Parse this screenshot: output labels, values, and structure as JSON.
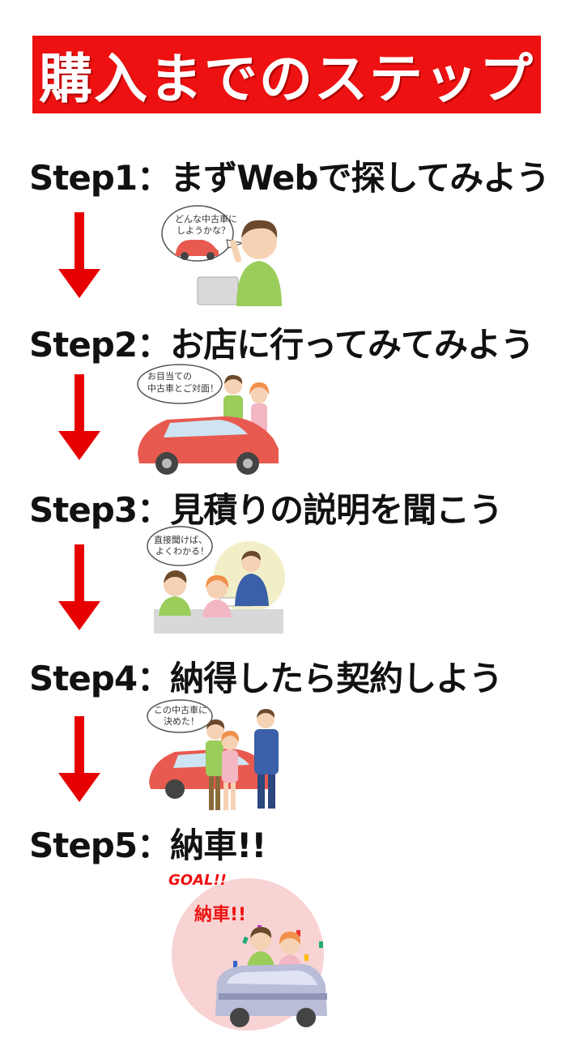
{
  "header": {
    "title": "購入までのステップ"
  },
  "colors": {
    "accent_red": "#ee1111",
    "car_red": "#e85a4f",
    "text": "#111111"
  },
  "steps": [
    {
      "title": "Step1：まずWebで探してみよう",
      "bubble": [
        "どんな中古車に",
        "しようかな？"
      ]
    },
    {
      "title": "Step2：お店に行ってみてみよう",
      "bubble": [
        "お目当ての",
        "中古車とご対面！"
      ]
    },
    {
      "title": "Step3：見積りの説明を聞こう",
      "bubble": [
        "直接聞けば、",
        "よくわかる！"
      ]
    },
    {
      "title": "Step4：納得したら契約しよう",
      "bubble": [
        "この中古車に",
        "決めた！"
      ]
    },
    {
      "title": "Step5：納車!!",
      "goal": "GOAL!!",
      "badge": "納車!!"
    }
  ]
}
